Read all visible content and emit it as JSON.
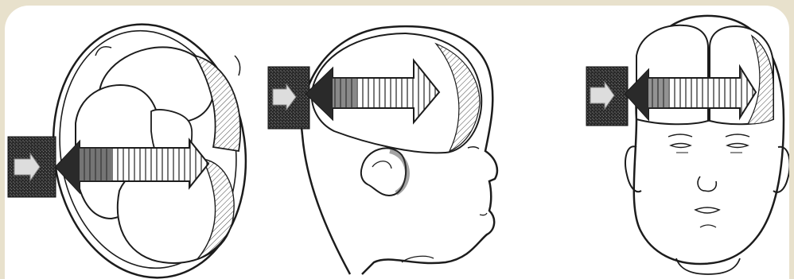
{
  "figure": {
    "panels": [
      {
        "view": "top-of-head",
        "arrow_direction": "right"
      },
      {
        "view": "side-profile",
        "arrow_direction": "right"
      },
      {
        "view": "front-face",
        "arrow_direction": "right"
      }
    ],
    "colors": {
      "background_outer": "#e8e1cc",
      "paper": "#ffffff",
      "ink": "#1c1c1c",
      "shading": "#555555"
    }
  }
}
